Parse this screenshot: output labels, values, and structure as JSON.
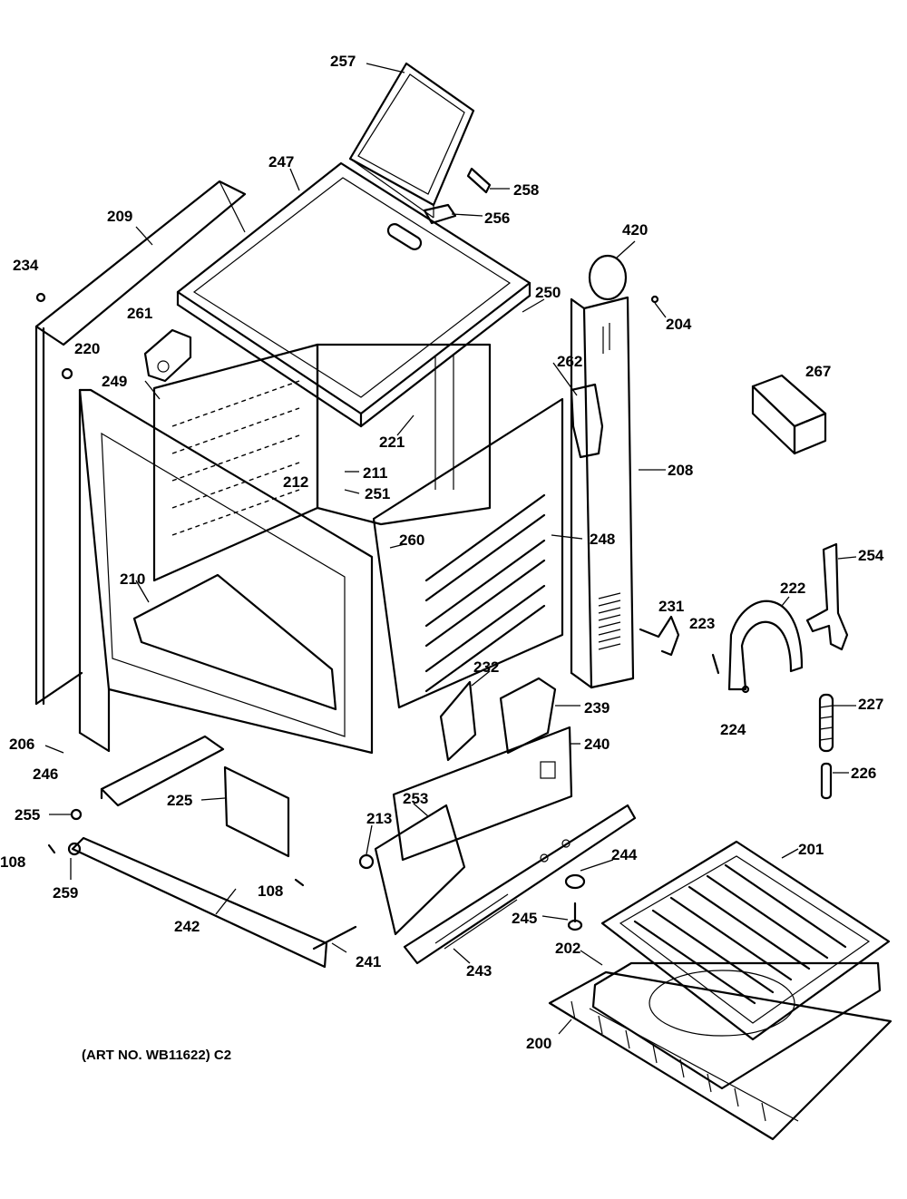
{
  "diagram": {
    "caption": "(ART NO. WB11622) C2",
    "labels": [
      {
        "part": "257",
        "text": "257"
      },
      {
        "part": "247",
        "text": "247"
      },
      {
        "part": "258",
        "text": "258"
      },
      {
        "part": "256",
        "text": "256"
      },
      {
        "part": "209",
        "text": "209"
      },
      {
        "part": "420",
        "text": "420"
      },
      {
        "part": "234",
        "text": "234"
      },
      {
        "part": "250",
        "text": "250"
      },
      {
        "part": "204",
        "text": "204"
      },
      {
        "part": "261",
        "text": "261"
      },
      {
        "part": "220",
        "text": "220"
      },
      {
        "part": "262",
        "text": "262"
      },
      {
        "part": "267",
        "text": "267"
      },
      {
        "part": "249",
        "text": "249"
      },
      {
        "part": "221",
        "text": "221"
      },
      {
        "part": "211",
        "text": "211"
      },
      {
        "part": "208",
        "text": "208"
      },
      {
        "part": "212",
        "text": "212"
      },
      {
        "part": "251",
        "text": "251"
      },
      {
        "part": "260",
        "text": "260"
      },
      {
        "part": "248",
        "text": "248"
      },
      {
        "part": "254",
        "text": "254"
      },
      {
        "part": "222",
        "text": "222"
      },
      {
        "part": "210",
        "text": "210"
      },
      {
        "part": "231",
        "text": "231"
      },
      {
        "part": "223",
        "text": "223"
      },
      {
        "part": "232",
        "text": "232"
      },
      {
        "part": "227",
        "text": "227"
      },
      {
        "part": "239",
        "text": "239"
      },
      {
        "part": "224",
        "text": "224"
      },
      {
        "part": "206",
        "text": "206"
      },
      {
        "part": "240",
        "text": "240"
      },
      {
        "part": "246",
        "text": "246"
      },
      {
        "part": "226",
        "text": "226"
      },
      {
        "part": "225",
        "text": "225"
      },
      {
        "part": "253",
        "text": "253"
      },
      {
        "part": "255",
        "text": "255"
      },
      {
        "part": "213",
        "text": "213"
      },
      {
        "part": "108a",
        "text": "108"
      },
      {
        "part": "244",
        "text": "244"
      },
      {
        "part": "201",
        "text": "201"
      },
      {
        "part": "259",
        "text": "259"
      },
      {
        "part": "108b",
        "text": "108"
      },
      {
        "part": "245",
        "text": "245"
      },
      {
        "part": "242",
        "text": "242"
      },
      {
        "part": "202",
        "text": "202"
      },
      {
        "part": "241",
        "text": "241"
      },
      {
        "part": "243",
        "text": "243"
      },
      {
        "part": "200",
        "text": "200"
      }
    ]
  }
}
